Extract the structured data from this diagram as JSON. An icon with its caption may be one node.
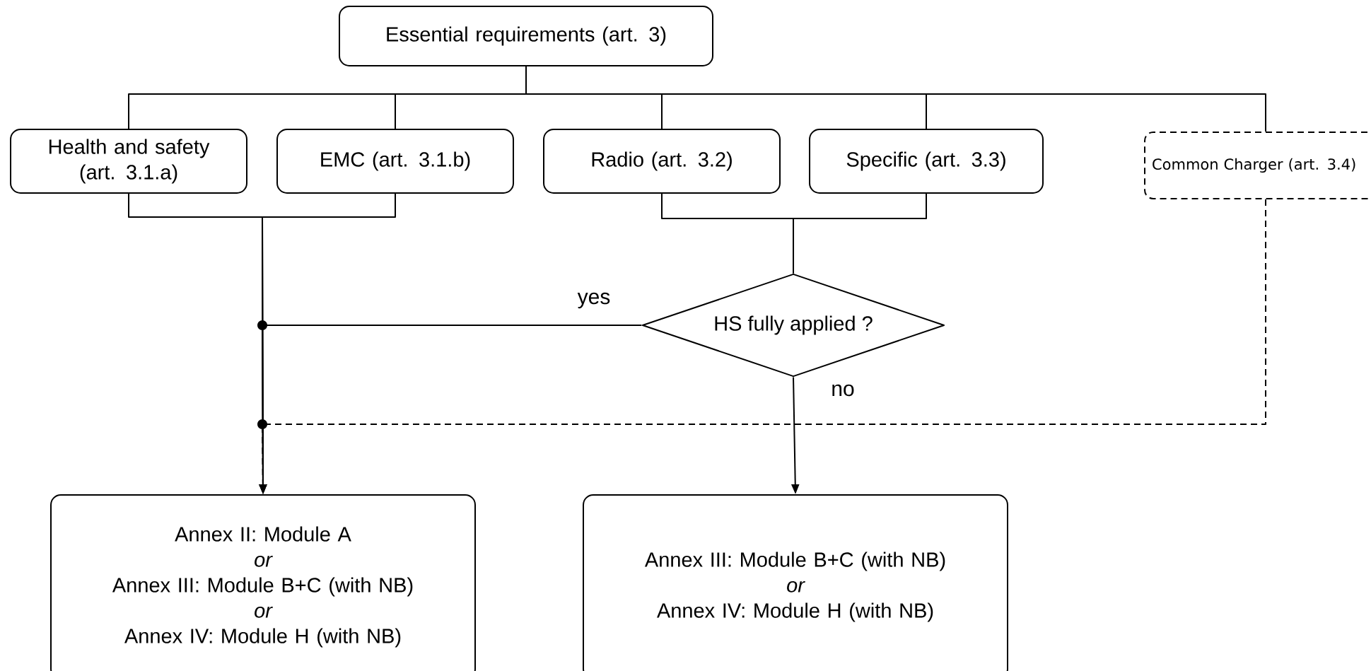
{
  "diagram": {
    "nodes": [
      {
        "text": [
          "Essential requirements (art. 3)"
        ]
      },
      {
        "text": [
          "Health and safety (art. 3.1.a)"
        ]
      },
      {
        "text": [
          "EMC (art. 3.1.b)"
        ]
      },
      {
        "text": [
          "Radio (art. 3.2)"
        ]
      },
      {
        "text": [
          "Specific (art. 3.3)"
        ]
      },
      {
        "text": [
          "Common Charger (art. 3.4)"
        ]
      },
      {
        "text": [
          "HS fully applied ?"
        ]
      },
      {
        "text": [
          "Annex II: Module A",
          "or",
          "Annex III: Module B+C (with NB)",
          "or",
          "Annex IV: Module H (with NB)"
        ]
      },
      {
        "text": [
          "Annex III: Module B+C (with NB)",
          "or",
          "Annex IV: Module H (with NB)"
        ]
      }
    ],
    "edges": [
      {
        "from": 0,
        "to": 1,
        "arrow": "none"
      },
      {
        "from": 0,
        "to": 2,
        "arrow": "none"
      },
      {
        "from": 0,
        "to": 3,
        "arrow": "none"
      },
      {
        "from": 0,
        "to": 4,
        "arrow": "none"
      },
      {
        "from": 0,
        "to": 5,
        "arrow": "none"
      },
      {
        "from": 1,
        "to": 7,
        "arrow": "to"
      },
      {
        "from": 2,
        "to": 7,
        "arrow": "to"
      },
      {
        "from": 3,
        "to": 6,
        "arrow": "none"
      },
      {
        "from": 4,
        "to": 6,
        "arrow": "none"
      },
      {
        "from": 6,
        "to": 7,
        "arrow": "to",
        "label": "yes"
      },
      {
        "from": 6,
        "to": 8,
        "arrow": "to",
        "label": "no"
      },
      {
        "from": 5,
        "to": 7,
        "arrow": "to",
        "style": "dashed"
      }
    ]
  }
}
